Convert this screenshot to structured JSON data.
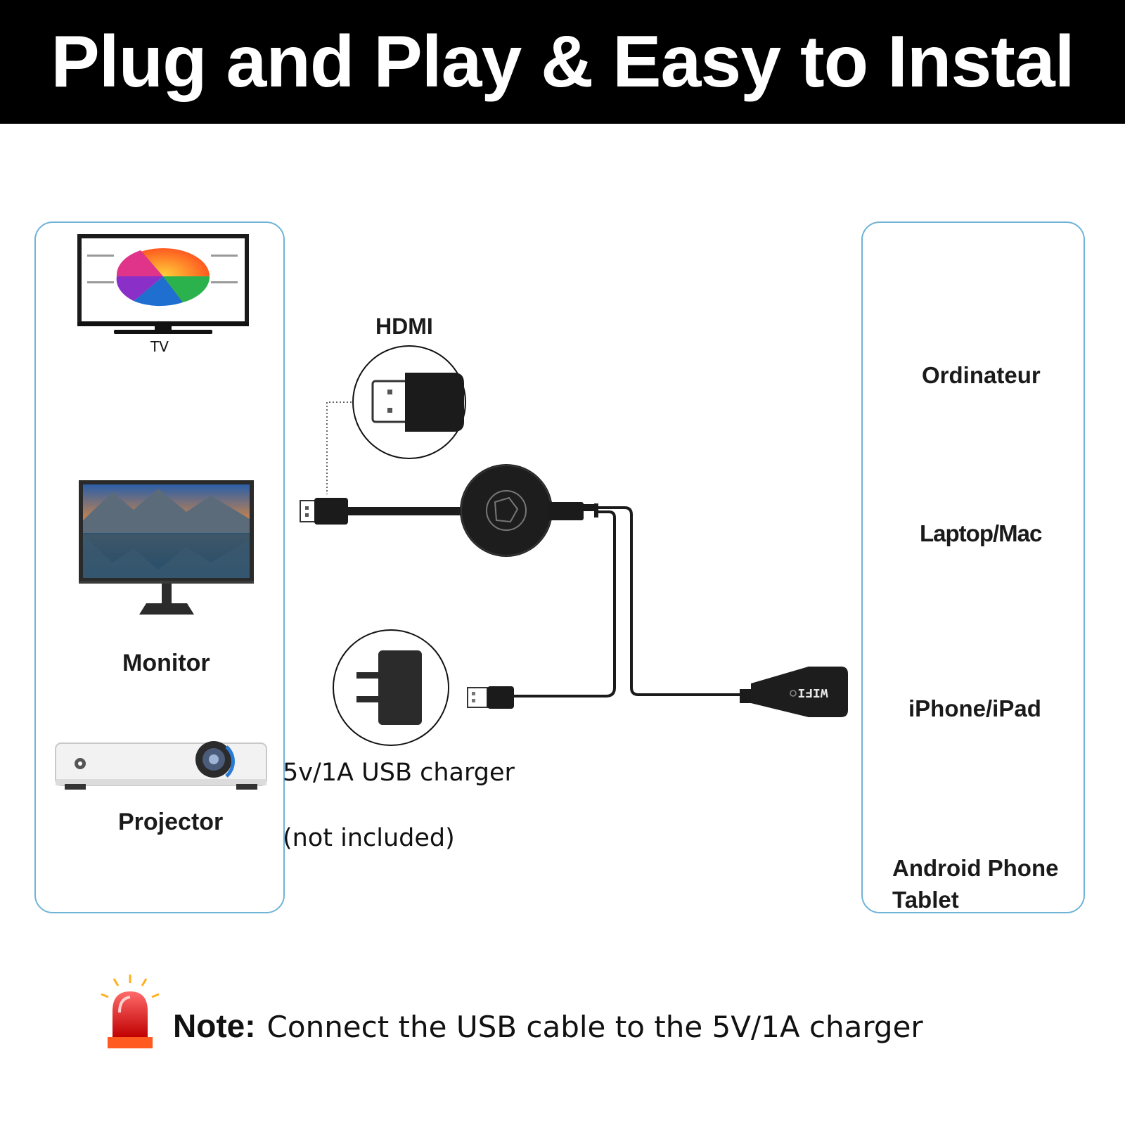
{
  "header": {
    "title": "Plug and Play & Easy to Instal"
  },
  "left_devices": {
    "tv": "TV",
    "monitor": "Monitor",
    "projector": "Projector"
  },
  "center": {
    "hdmi_label": "HDMI",
    "charger_label": "5v/1A USB charger",
    "charger_note": "(not  included)",
    "receiver_brand": "WIFI"
  },
  "right_devices": {
    "computer": "Ordinateur",
    "laptop": "Laptop/Mac",
    "iphone": "iPhone/iPad",
    "android_line1": "Android Phone",
    "android_line2": "Tablet"
  },
  "note": {
    "key": "Note:",
    "text": "Connect the USB cable to the 5V/1A charger"
  },
  "colors": {
    "panel_border": "#6fb3d6",
    "header_bg": "#000000",
    "alarm_red": "#e01010"
  }
}
